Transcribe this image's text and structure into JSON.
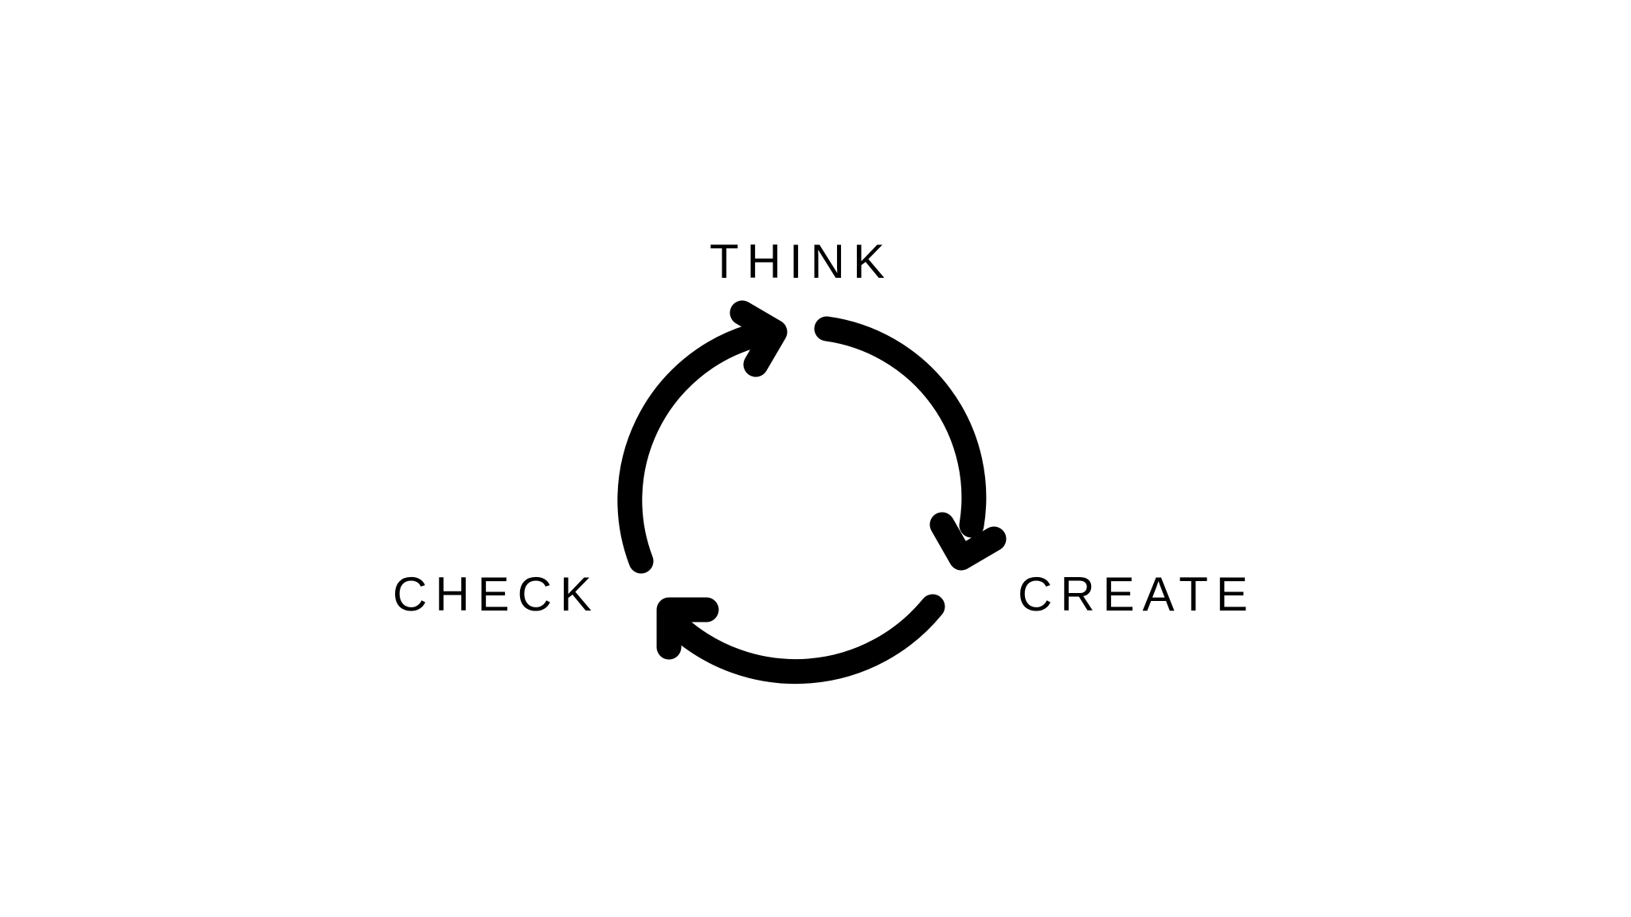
{
  "diagram": {
    "type": "cycle",
    "colors": {
      "background": "#ffffff",
      "stroke": "#000000",
      "text": "#000000"
    },
    "stages": [
      {
        "label": "THINK"
      },
      {
        "label": "CREATE"
      },
      {
        "label": "CHECK"
      }
    ],
    "arrows": [
      {
        "from": "THINK",
        "to": "CREATE",
        "icon": "clockwise-arrow-icon"
      },
      {
        "from": "CREATE",
        "to": "CHECK",
        "icon": "clockwise-arrow-icon"
      },
      {
        "from": "CHECK",
        "to": "THINK",
        "icon": "clockwise-arrow-icon"
      }
    ]
  }
}
